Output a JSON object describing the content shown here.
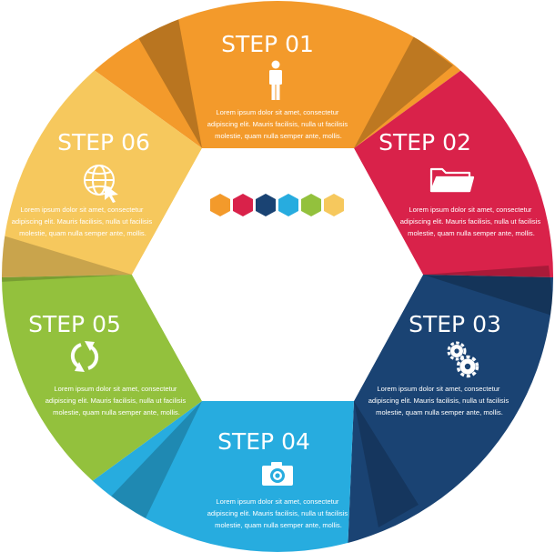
{
  "colors": {
    "step1": "#F39A2B",
    "step2": "#D9224A",
    "step3": "#1A4373",
    "step4": "#27ACDF",
    "step5": "#93C13D",
    "step6": "#F6C85D"
  },
  "steps": [
    {
      "title": "STEP 01",
      "icon": "person-icon",
      "text": [
        "Lorem ipsum dolor sit amet, consectetur",
        "adipiscing elit. Mauris facilisis, nulla ut facilisis",
        "molestie, quam nulla semper ante, mollis."
      ]
    },
    {
      "title": "STEP 02",
      "icon": "folder-icon",
      "text": [
        "Lorem ipsum dolor sit amet, consectetur",
        "adipiscing elit. Mauris facilisis, nulla ut facilisis",
        "molestie, quam nulla semper ante, mollis."
      ]
    },
    {
      "title": "STEP 03",
      "icon": "gears-icon",
      "text": [
        "Lorem ipsum dolor sit amet, consectetur",
        "adipiscing elit. Mauris facilisis, nulla ut facilisis",
        "molestie, quam nulla semper ante, mollis."
      ]
    },
    {
      "title": "STEP 04",
      "icon": "camera-icon",
      "text": [
        "Lorem ipsum dolor sit amet, consectetur",
        "adipiscing elit. Mauris facilisis, nulla ut facilisis",
        "molestie, quam nulla semper ante, mollis."
      ]
    },
    {
      "title": "STEP 05",
      "icon": "refresh-icon",
      "text": [
        "Lorem ipsum dolor sit amet, consectetur",
        "adipiscing elit. Mauris facilisis, nulla ut facilisis",
        "molestie, quam nulla semper ante, mollis."
      ]
    },
    {
      "title": "STEP 06",
      "icon": "globe-cursor-icon",
      "text": [
        "Lorem ipsum dolor sit amet, consectetur",
        "adipiscing elit. Mauris facilisis, nulla ut facilisis",
        "molestie, quam nulla semper ante, mollis."
      ]
    }
  ]
}
